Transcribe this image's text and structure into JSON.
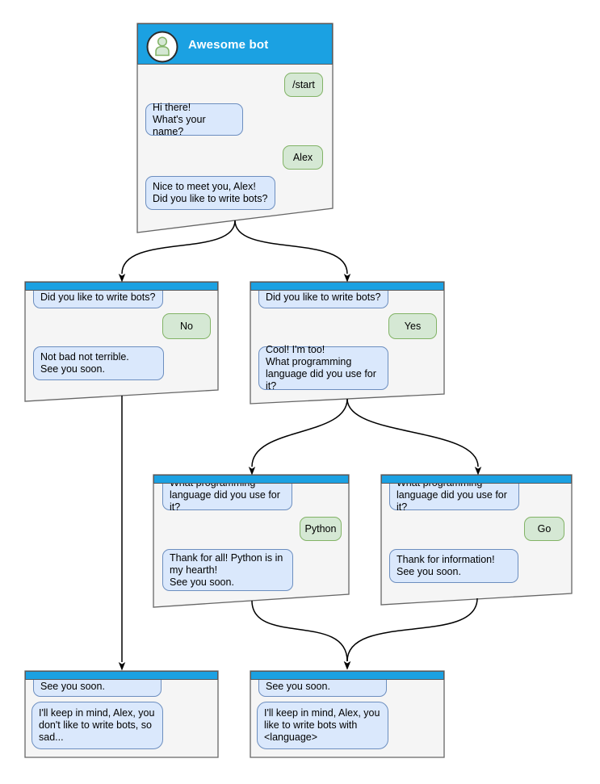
{
  "palette": {
    "header_blue": "#1ba1e2",
    "window_fill": "#f5f5f5",
    "window_stroke": "#666666",
    "bot_bubble_fill": "#dae8fc",
    "bot_bubble_stroke": "#6c8ebf",
    "user_bubble_fill": "#d5e8d4",
    "user_bubble_stroke": "#82b366"
  },
  "windows": [
    {
      "id": "root",
      "title": "Awesome bot",
      "avatar_icon": "person-icon",
      "messages": [
        {
          "from": "user",
          "text": "/start"
        },
        {
          "from": "bot",
          "text": "Hi there!\nWhat's your name?"
        },
        {
          "from": "user",
          "text": "Alex"
        },
        {
          "from": "bot",
          "text": "Nice to meet you, Alex!\nDid you like to write bots?"
        }
      ]
    },
    {
      "id": "branch-no",
      "messages": [
        {
          "from": "bot",
          "text": "Did you like to write bots?"
        },
        {
          "from": "user",
          "text": "No"
        },
        {
          "from": "bot",
          "text": "Not bad not terrible.\nSee you soon."
        }
      ]
    },
    {
      "id": "branch-yes",
      "messages": [
        {
          "from": "bot",
          "text": "Did you like to write bots?"
        },
        {
          "from": "user",
          "text": "Yes"
        },
        {
          "from": "bot",
          "text": "Cool! I'm too!\nWhat programming\nlanguage did you use for it?"
        }
      ]
    },
    {
      "id": "branch-python",
      "messages": [
        {
          "from": "bot",
          "text": "What programming\nlanguage did you use for it?"
        },
        {
          "from": "user",
          "text": "Python"
        },
        {
          "from": "bot",
          "text": "Thank for all! Python is in\nmy hearth!\nSee you soon."
        }
      ]
    },
    {
      "id": "branch-go",
      "messages": [
        {
          "from": "bot",
          "text": "What programming\nlanguage did you use for it?"
        },
        {
          "from": "user",
          "text": "Go"
        },
        {
          "from": "bot",
          "text": "Thank for information!\nSee you soon."
        }
      ]
    },
    {
      "id": "end-no",
      "messages": [
        {
          "from": "bot",
          "text": "See you soon."
        },
        {
          "from": "bot",
          "text": "I'll keep in mind, Alex, you\ndon't like to write bots, so\nsad..."
        }
      ]
    },
    {
      "id": "end-yes",
      "messages": [
        {
          "from": "bot",
          "text": "See you soon."
        },
        {
          "from": "bot",
          "text": "I'll keep in mind, Alex, you\nlike to write bots with\n<language>"
        }
      ]
    }
  ],
  "connections": [
    {
      "from": "root",
      "to": "branch-no"
    },
    {
      "from": "root",
      "to": "branch-yes"
    },
    {
      "from": "branch-no",
      "to": "end-no"
    },
    {
      "from": "branch-yes",
      "to": "branch-python"
    },
    {
      "from": "branch-yes",
      "to": "branch-go"
    },
    {
      "from": "branch-python",
      "to": "end-yes"
    },
    {
      "from": "branch-go",
      "to": "end-yes"
    }
  ]
}
